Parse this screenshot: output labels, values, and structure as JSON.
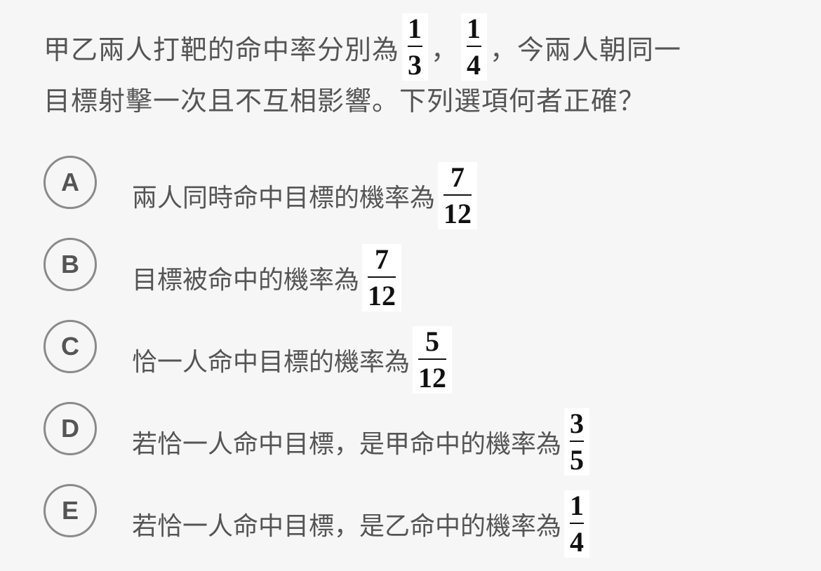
{
  "question": {
    "line1_prefix": "甲乙兩人打靶的命中率分別為",
    "frac1": {
      "num": "1",
      "den": "3"
    },
    "sep": "，",
    "frac2": {
      "num": "1",
      "den": "4"
    },
    "line1_suffix": "，今兩人朝同一",
    "line2": "目標射擊一次且不互相影響。下列選項何者正確？"
  },
  "options": [
    {
      "letter": "A",
      "text": "兩人同時命中目標的機率為",
      "num": "7",
      "den": "12"
    },
    {
      "letter": "B",
      "text": "目標被命中的機率為",
      "num": "7",
      "den": "12"
    },
    {
      "letter": "C",
      "text": "恰一人命中目標的機率為",
      "num": "5",
      "den": "12"
    },
    {
      "letter": "D",
      "text": "若恰一人命中目標，是甲命中的機率為",
      "num": "3",
      "den": "5"
    },
    {
      "letter": "E",
      "text": "若恰一人命中目標，是乙命中的機率為",
      "num": "1",
      "den": "4"
    }
  ]
}
